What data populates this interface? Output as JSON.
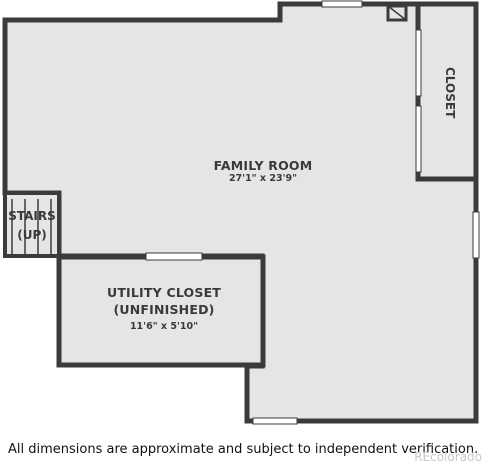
{
  "rooms": {
    "family": {
      "name": "FAMILY ROOM",
      "dims": "27'1\" x 23'9\""
    },
    "utility": {
      "name_line1": "UTILITY CLOSET",
      "name_line2": "(UNFINISHED)",
      "dims": "11'6\" x 5'10\""
    },
    "stairs": {
      "line1": "STAIRS",
      "line2": "(UP)"
    },
    "closet": {
      "name": "CLOSET"
    }
  },
  "footer": {
    "disclaimer": "All dimensions are approximate and subject to independent verification."
  },
  "watermark": {
    "text": "REcolorado"
  },
  "colors": {
    "wall": "#3b3b3b",
    "floor": "#e5e5e6",
    "text": "#3a3a3a",
    "window": "#ffffff"
  }
}
